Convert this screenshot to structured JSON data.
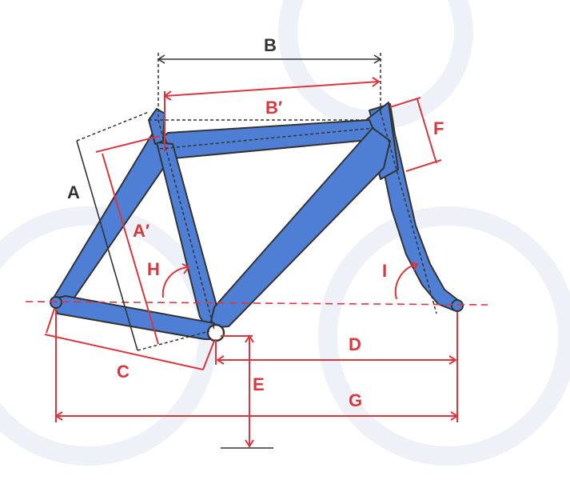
{
  "labels": {
    "A": "A",
    "A_prime": "A′",
    "B": "B",
    "B_prime": "B′",
    "C": "C",
    "D": "D",
    "E": "E",
    "F": "F",
    "G": "G",
    "H": "H",
    "I": "I"
  },
  "colors": {
    "frame": "#4f7fd4",
    "outline": "#333333",
    "dimension_red": "#d9363e",
    "dimension_black": "#333333",
    "background": "#ffffff"
  }
}
